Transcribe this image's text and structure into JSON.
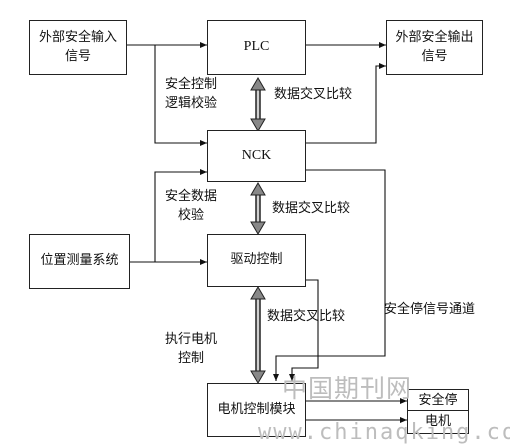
{
  "nodes": {
    "ext_in": "外部安全输入\n信号",
    "plc": "PLC",
    "ext_out": "外部安全输出\n信号",
    "nck": "NCK",
    "pos": "位置测量系统",
    "drive": "驱动控制",
    "motor_ctrl": "电机控制模块",
    "safe_stop": "安全停",
    "motor": "电机"
  },
  "labels": {
    "logic_check": "安全控制\n逻辑校验",
    "cross1": "数据交叉比较",
    "data_check": "安全数据\n校验",
    "cross2": "数据交叉比较",
    "cross3": "数据交叉比较",
    "exec_motor": "执行电机\n控制",
    "safe_stop_channel": "安全停信号通道"
  },
  "watermark": {
    "cn": "中国期刊网",
    "url": "www.chinaqking.com"
  }
}
